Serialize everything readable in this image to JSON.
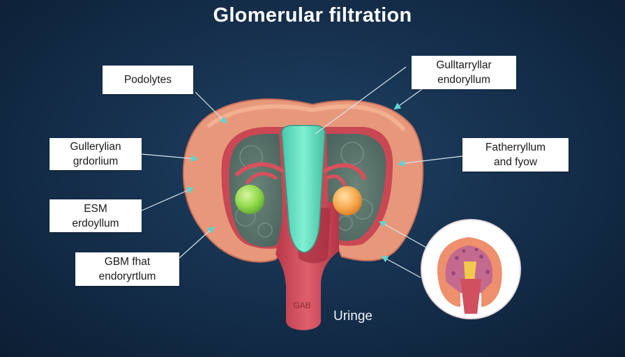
{
  "title": "Glomerular filtration",
  "labels": {
    "podocytes": [
      "Podolytes"
    ],
    "gulllarryllar": [
      "Gulltarryllar",
      "endoryllum"
    ],
    "gullerylian": [
      "Gullerylian",
      "grdorlium"
    ],
    "fatheryllum": [
      "Fatherryllum",
      "and fyow"
    ],
    "esm": [
      "ESM",
      "erdoyllum"
    ],
    "gbm": [
      "GBM fhat",
      "endoryrtlum"
    ]
  },
  "urine_label": "Uringe",
  "tube_text": "GAB",
  "colors": {
    "background": "#16314f",
    "capsule": "#e89a78",
    "tube": "#6ee0c4",
    "arrow": "#5fd3cf",
    "left_sphere": "#8fd84a",
    "right_sphere": "#f5a84c"
  }
}
